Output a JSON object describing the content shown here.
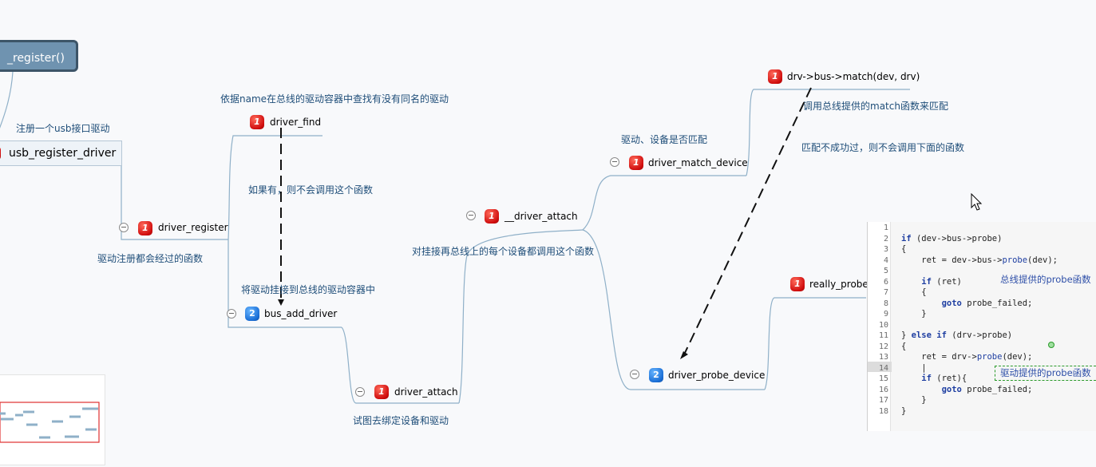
{
  "root": {
    "label": "_register()"
  },
  "subroot": {
    "label": "usb_register_driver",
    "note": "注册一个usb接口驱动"
  },
  "nodes": {
    "driver_register": {
      "label": "driver_register",
      "badge": "1",
      "note": "驱动注册都会经过的函数"
    },
    "driver_find": {
      "label": "driver_find",
      "badge": "1",
      "note_top": "依据name在总线的驱动容器中查找有没有同名的驱动",
      "note_mid": "如果有，则不会调用这个函数"
    },
    "bus_add_driver": {
      "label": "bus_add_driver",
      "badge": "2",
      "note": "将驱动挂接到总线的驱动容器中"
    },
    "driver_attach": {
      "label": "driver_attach",
      "badge": "1",
      "note": "试图去绑定设备和驱动"
    },
    "__driver_attach": {
      "label": "__driver_attach",
      "badge": "1",
      "note": "对挂接再总线上的每个设备都调用这个函数"
    },
    "driver_match_device": {
      "label": "driver_match_device",
      "badge": "1",
      "note": "驱动、设备是否匹配"
    },
    "drv_bus_match": {
      "label": "drv->bus->match(dev, drv)",
      "badge": "1",
      "note1": "调用总线提供的match函数来匹配",
      "note2": "匹配不成功过，则不会调用下面的函数"
    },
    "driver_probe_device": {
      "label": "driver_probe_device",
      "badge": "2"
    },
    "really_probe": {
      "label": "really_probe",
      "badge": "1"
    }
  },
  "code": {
    "line_numbers": [
      "1",
      "2",
      "3",
      "4",
      "5",
      "6",
      "7",
      "8",
      "9",
      "10",
      "11",
      "12",
      "13",
      "14",
      "15",
      "16",
      "17",
      "18"
    ],
    "lines": [
      "",
      "if (dev->bus->probe)",
      "{",
      "    ret = dev->bus->probe(dev);",
      "",
      "    if (ret)",
      "    {",
      "        goto probe_failed;",
      "    }",
      "",
      "} else if (drv->probe)",
      "{",
      "    ret = drv->probe(dev);",
      "    |",
      "    if (ret){",
      "        goto probe_failed;",
      "    }",
      "}"
    ],
    "note_bus": "总线提供的probe函数",
    "note_drv": "驱动提供的probe函数"
  },
  "colors": {
    "line": "#7fa3bf",
    "note": "#1f4e79",
    "root_fill": "#6f93b0",
    "badge_red": "#d10f0f",
    "badge_blue": "#1b6fd6",
    "minimap_frame": "#e03030"
  }
}
